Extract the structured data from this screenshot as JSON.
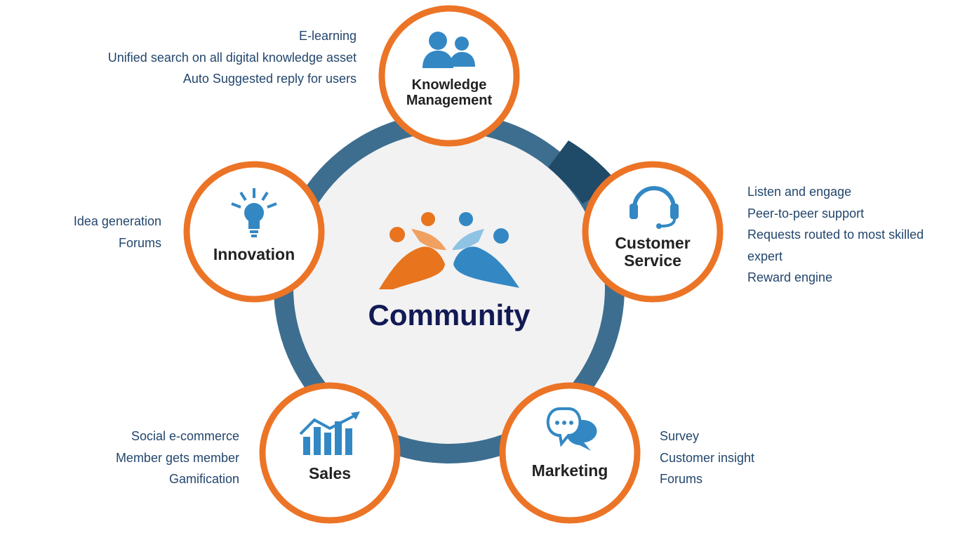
{
  "center": {
    "title": "Community"
  },
  "colors": {
    "ring": "#3d6e8f",
    "ring_dark": "#1f4a68",
    "node_border": "#ec7426",
    "icon_blue": "#3388c4",
    "title_navy": "#121a55",
    "orange": "#e8741e",
    "text": "#23466d"
  },
  "nodes": {
    "knowledge": {
      "label_line1": "Knowledge",
      "label_line2": "Management",
      "icon": "users-icon",
      "items": [
        "E-learning",
        "Unified search on all digital knowledge asset",
        "Auto Suggested reply for users"
      ]
    },
    "customer": {
      "label_line1": "Customer",
      "label_line2": "Service",
      "icon": "headset-icon",
      "items": [
        "Listen and engage",
        "Peer-to-peer support",
        "Requests routed to most skilled",
        "expert",
        "Reward engine"
      ]
    },
    "marketing": {
      "label": "Marketing",
      "icon": "chat-bubbles-icon",
      "items": [
        "Survey",
        "Customer insight",
        "Forums"
      ]
    },
    "sales": {
      "label": "Sales",
      "icon": "bar-chart-icon",
      "items": [
        "Social e-commerce",
        "Member gets member",
        "Gamification"
      ]
    },
    "innovation": {
      "label": "Innovation",
      "icon": "lightbulb-icon",
      "items": [
        "Idea generation",
        "Forums"
      ]
    }
  }
}
